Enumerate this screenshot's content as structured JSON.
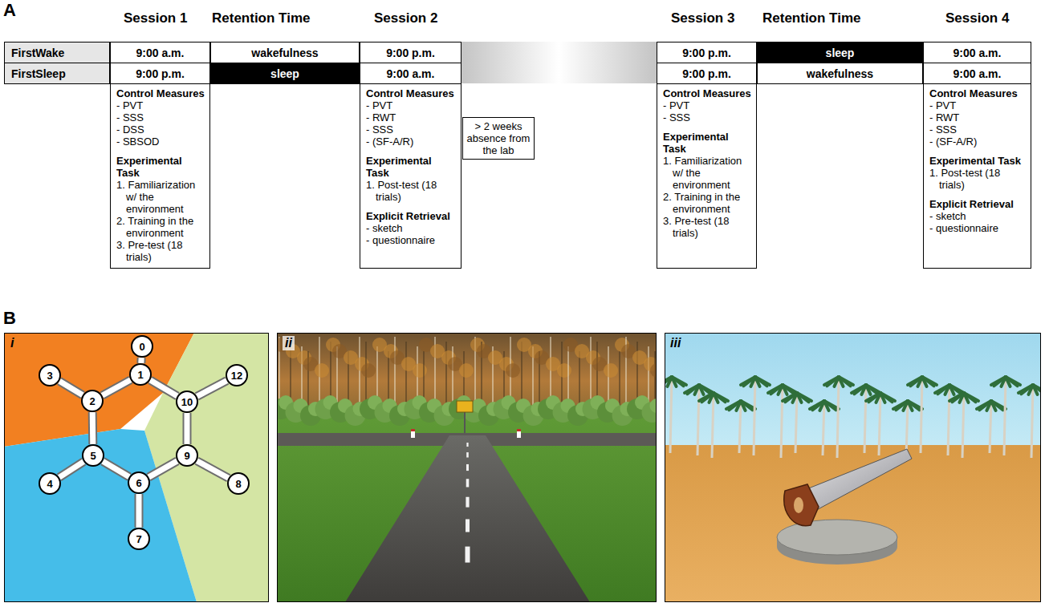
{
  "diagram": {
    "nodes": [
      {
        "text": [
          "FirstWake"
        ]
      },
      {
        "text": [
          "9:00 a.m."
        ]
      },
      {
        "text": [
          "wakefulness"
        ]
      },
      {
        "text": [
          "9:00 p.m."
        ]
      },
      {
        "text": [
          "9:00 p.m."
        ]
      },
      {
        "text": [
          "sleep"
        ]
      },
      {
        "text": [
          "9:00 a.m."
        ]
      },
      {
        "text": [
          "FirstSleep"
        ]
      },
      {
        "text": [
          "9:00 p.m."
        ]
      },
      {
        "text": [
          "sleep"
        ]
      },
      {
        "text": [
          "9:00 a.m."
        ]
      },
      {
        "text": [
          "9:00 p.m."
        ]
      },
      {
        "text": [
          "wakefulness"
        ]
      },
      {
        "text": [
          "9:00 a.m."
        ]
      },
      {
        "text": [
          "Control Measures",
          "- PVT",
          "- SSS",
          "- DSS",
          "- SBSOD",
          "Experimental Task",
          "1. Familiarization w/ the environment",
          "2. Training in the environment",
          "3. Pre-test (18 trials)"
        ]
      },
      {
        "text": [
          "Control Measures",
          "- PVT",
          "- RWT",
          "- SSS",
          "- (SF-A/R)",
          "Experimental Task",
          "1. Post-test (18 trials)",
          "Explicit Retrieval",
          "- sketch",
          "- questionnaire"
        ]
      },
      {
        "text": [
          "> 2 weeks absence from the lab"
        ]
      },
      {
        "text": [
          "Control Measures",
          "- PVT",
          "- SSS",
          "Experimental Task",
          "1. Familiarization w/ the environment",
          "2. Training in the environment",
          "3. Pre-test (18 trials)"
        ]
      },
      {
        "text": [
          "Control Measures",
          "- PVT",
          "- RWT",
          "- SSS",
          "- (SF-A/R)",
          "Experimental Task",
          "1. Post-test (18 trials)",
          "Explicit Retrieval",
          "- sketch",
          "- questionnaire"
        ]
      },
      {
        "text": [
          "0"
        ]
      },
      {
        "text": [
          "1"
        ]
      },
      {
        "text": [
          "2"
        ]
      },
      {
        "text": [
          "3"
        ]
      },
      {
        "text": [
          "4"
        ]
      },
      {
        "text": [
          "5"
        ]
      },
      {
        "text": [
          "6"
        ]
      },
      {
        "text": [
          "7"
        ]
      },
      {
        "text": [
          "8"
        ]
      },
      {
        "text": [
          "9"
        ]
      },
      {
        "text": [
          "10"
        ]
      },
      {
        "text": [
          "12"
        ]
      }
    ],
    "edges": [
      {
        "from": 19,
        "to": 20,
        "arrow": "none"
      },
      {
        "from": 20,
        "to": 21,
        "arrow": "none"
      },
      {
        "from": 21,
        "to": 22,
        "arrow": "none"
      },
      {
        "from": 21,
        "to": 24,
        "arrow": "none"
      },
      {
        "from": 24,
        "to": 23,
        "arrow": "none"
      },
      {
        "from": 24,
        "to": 25,
        "arrow": "none"
      },
      {
        "from": 25,
        "to": 26,
        "arrow": "none"
      },
      {
        "from": 25,
        "to": 28,
        "arrow": "none"
      },
      {
        "from": 28,
        "to": 27,
        "arrow": "none"
      },
      {
        "from": 28,
        "to": 29,
        "arrow": "none"
      },
      {
        "from": 29,
        "to": 30,
        "arrow": "none"
      },
      {
        "from": 29,
        "to": 20,
        "arrow": "none"
      }
    ],
    "labels": [
      "A",
      "Session 1",
      "Retention Time",
      "Session 2",
      "Session 3",
      "Retention Time",
      "Session 4",
      "B",
      "i",
      "ii",
      "iii"
    ]
  }
}
